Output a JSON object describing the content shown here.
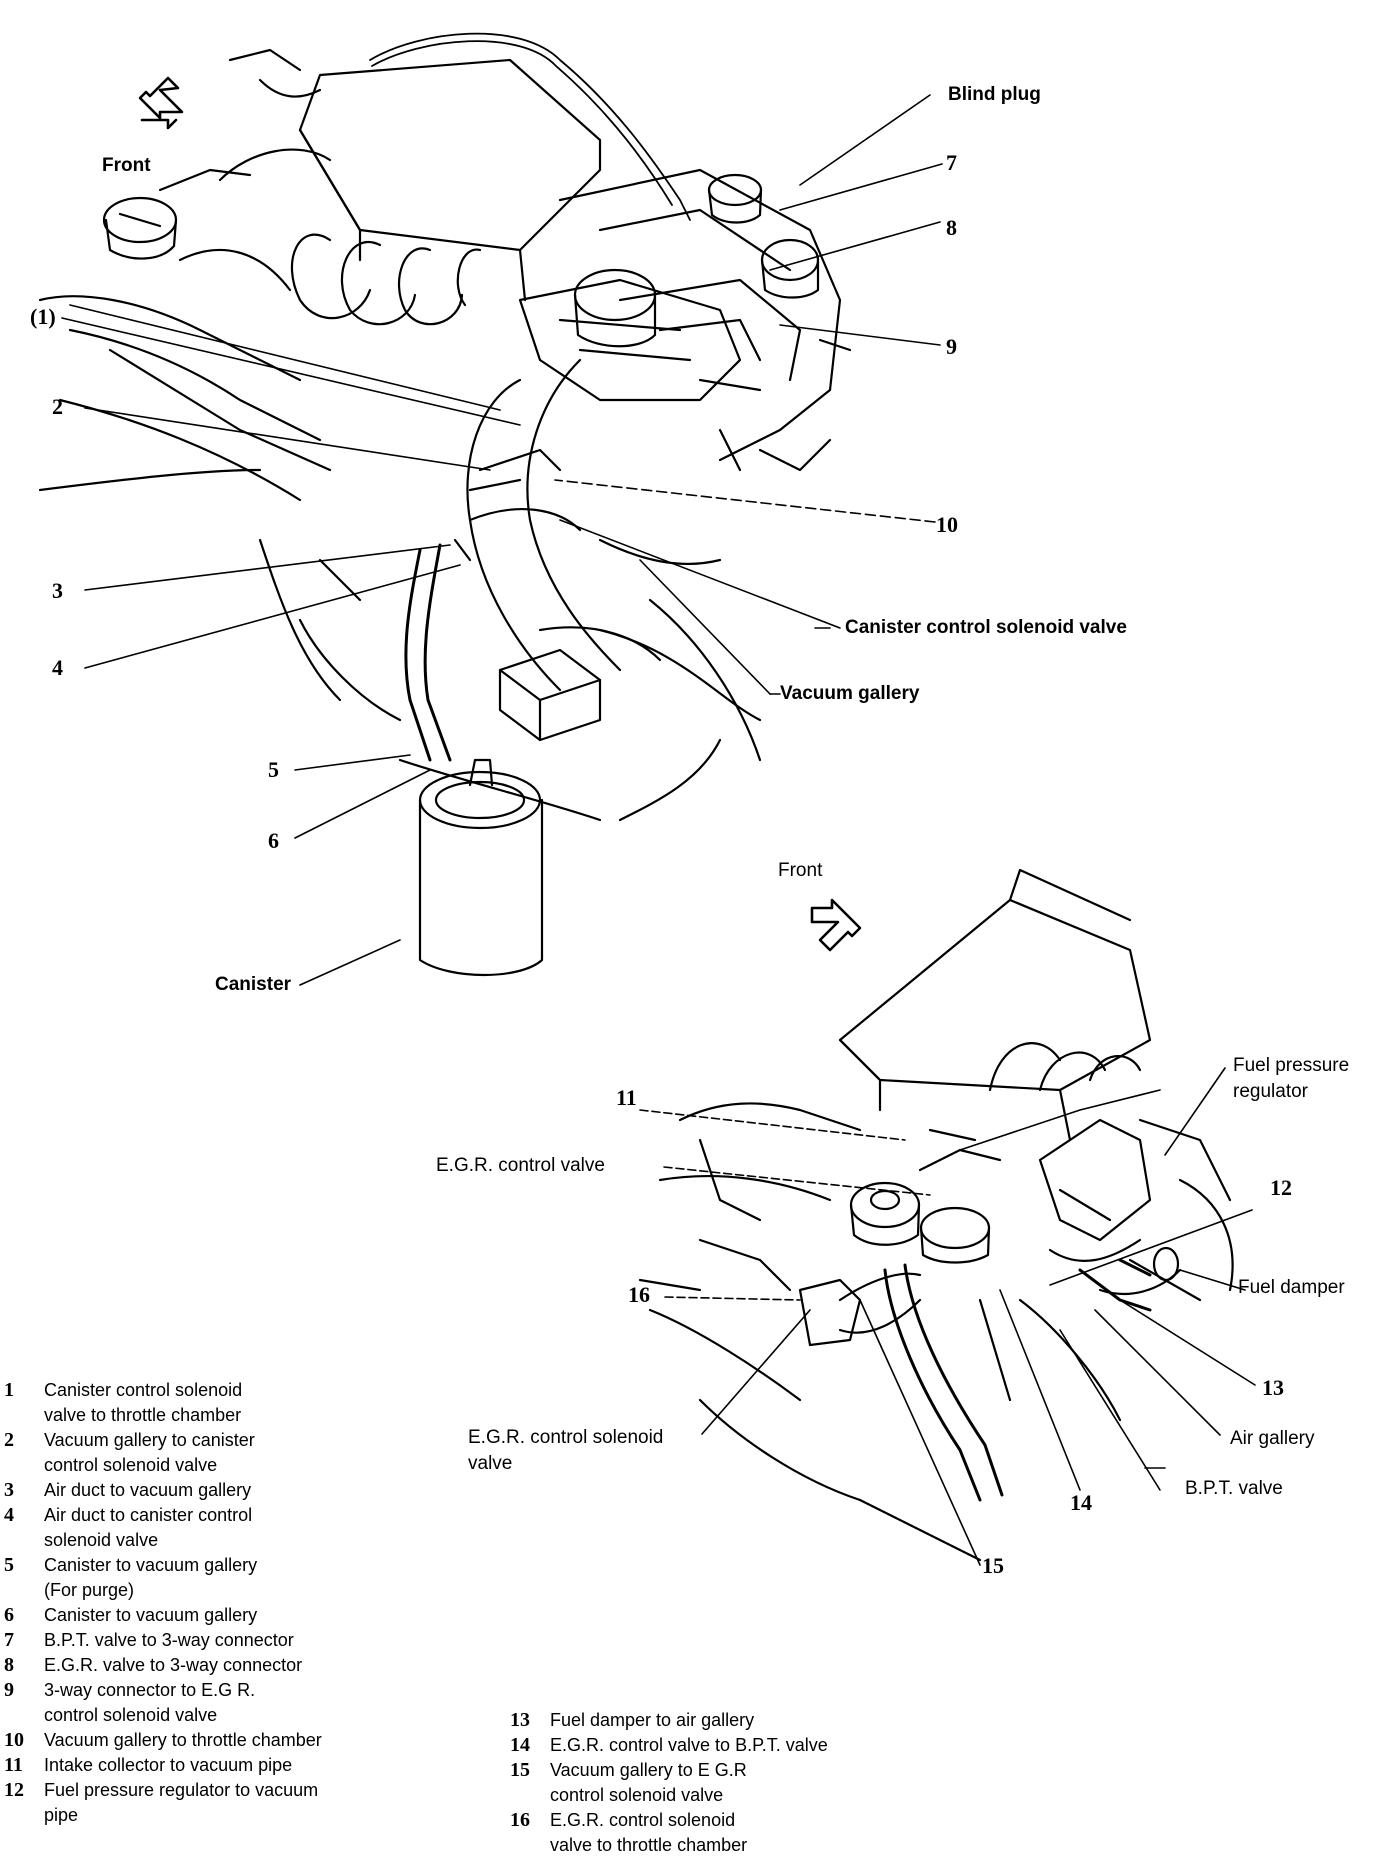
{
  "top_labels": {
    "front": "Front",
    "blind_plug": "Blind plug",
    "canister_valve": "Canister control solenoid valve",
    "vacuum_gallery": "Vacuum gallery",
    "canister": "Canister"
  },
  "bottom_labels": {
    "front": "Front",
    "fuel_pressure_regulator_1": "Fuel pressure",
    "fuel_pressure_regulator_2": "regulator",
    "egr_control_valve": "E.G.R. control valve",
    "fuel_damper": "Fuel damper",
    "air_gallery": "Air gallery",
    "bpt_valve": "B.P.T. valve",
    "egr_solenoid_1": "E.G.R. control solenoid",
    "egr_solenoid_2": "valve"
  },
  "callouts": [
    "(1)",
    "2",
    "3",
    "4",
    "5",
    "6",
    "7",
    "8",
    "9",
    "10",
    "11",
    "12",
    "13",
    "14",
    "15",
    "16"
  ],
  "legend": [
    {
      "num": "1",
      "line1": "Canister control solenoid",
      "line2": "valve to throttle chamber"
    },
    {
      "num": "2",
      "line1": "Vacuum gallery to canister",
      "line2": "control solenoid valve"
    },
    {
      "num": "3",
      "line1": "Air duct to vacuum gallery",
      "line2": ""
    },
    {
      "num": "4",
      "line1": "Air duct to canister control",
      "line2": "solenoid valve"
    },
    {
      "num": "5",
      "line1": "Canister to vacuum gallery",
      "line2": "(For purge)"
    },
    {
      "num": "6",
      "line1": "Canister to vacuum gallery",
      "line2": ""
    },
    {
      "num": "7",
      "line1": "B.P.T. valve to 3-way connector",
      "line2": ""
    },
    {
      "num": "8",
      "line1": "E.G.R. valve to 3-way connector",
      "line2": ""
    },
    {
      "num": "9",
      "line1": "3-way connector to E.G R.",
      "line2": "control solenoid valve"
    },
    {
      "num": "10",
      "line1": "Vacuum gallery to throttle chamber",
      "line2": ""
    },
    {
      "num": "11",
      "line1": "Intake collector to vacuum pipe",
      "line2": ""
    },
    {
      "num": "12",
      "line1": "Fuel pressure regulator to vacuum",
      "line2": "pipe"
    },
    {
      "num": "13",
      "line1": "Fuel damper to air gallery",
      "line2": ""
    },
    {
      "num": "14",
      "line1": "E.G.R. control valve to B.P.T. valve",
      "line2": ""
    },
    {
      "num": "15",
      "line1": "Vacuum gallery to E G.R",
      "line2": "control solenoid valve"
    },
    {
      "num": "16",
      "line1": "E.G.R. control solenoid",
      "line2": "valve to throttle chamber"
    }
  ]
}
